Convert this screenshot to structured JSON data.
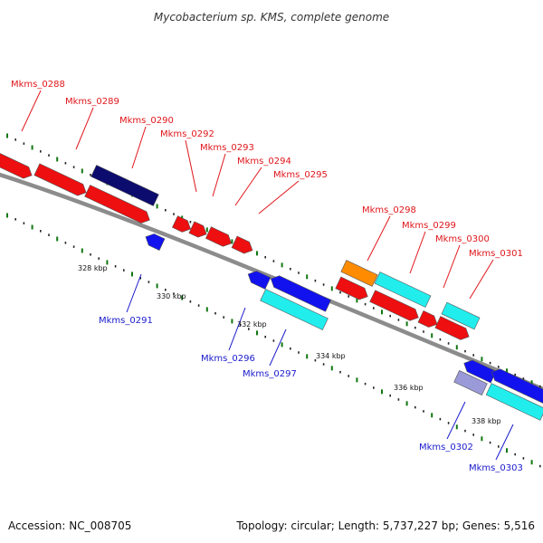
{
  "title": "Mycobacterium sp. KMS, complete genome",
  "footer": {
    "accession": "Accession: NC_008705",
    "summary": "Topology: circular; Length: 5,737,227 bp; Genes: 5,516"
  },
  "colors": {
    "background": "#ffffff",
    "backbone": "#8c8c8c",
    "forward_label": "#e0161b",
    "reverse_label": "#1a1acc",
    "red": "#ee0f10",
    "blue": "#1212ee",
    "navy": "#0c0c6e",
    "cyan": "#22eded",
    "orange": "#ff8c00",
    "lavender": "#9a9ad8",
    "tick_green": "#117711",
    "tick_black": "#222222"
  },
  "scale_ticks": [
    "328 kbp",
    "330 kbp",
    "332 kbp",
    "334 kbp",
    "336 kbp",
    "338 kbp"
  ],
  "genes_forward_labeled": [
    "Mkms_0288",
    "Mkms_0289",
    "Mkms_0290",
    "Mkms_0292",
    "Mkms_0293",
    "Mkms_0294",
    "Mkms_0295",
    "Mkms_0298",
    "Mkms_0299",
    "Mkms_0300",
    "Mkms_0301"
  ],
  "genes_reverse_labeled": [
    "Mkms_0291",
    "Mkms_0296",
    "Mkms_0297",
    "Mkms_0302",
    "Mkms_0303"
  ]
}
